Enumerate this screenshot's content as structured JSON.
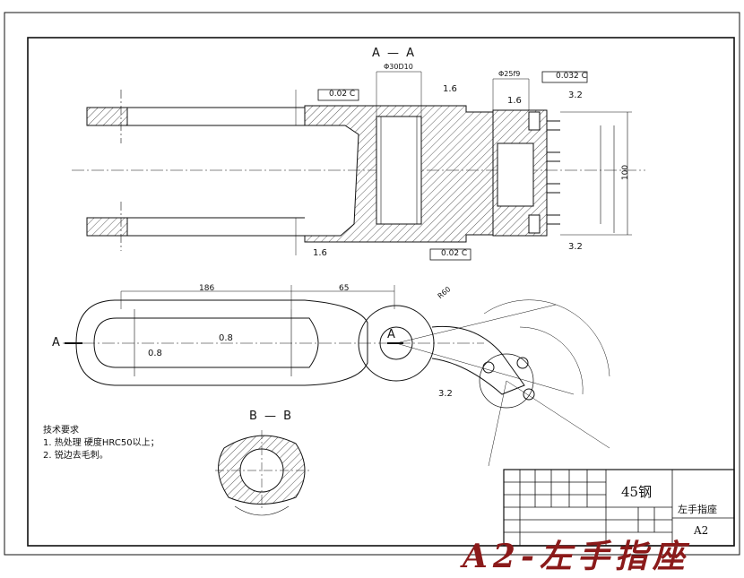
{
  "section_labels": {
    "section_aa": "A — A",
    "section_bb": "B — B",
    "cut_a_left": "A",
    "cut_a_right": "A"
  },
  "dimensions": {
    "tol_flat_1": "0.02",
    "tol_flat_1_ref": "C",
    "tol_bottom": "0.02",
    "tol_bottom_ref": "C",
    "tol_right": "0.032",
    "tol_right_ref": "C",
    "bore_top": "Φ30D10",
    "bore_right": "Φ25f9",
    "rough_16a": "1.6",
    "rough_16b": "1.6",
    "rough_16c": "1.6",
    "rough_32a": "3.2",
    "rough_32b": "3.2",
    "rough_32c": "3.2",
    "len_100": "100",
    "len_186": "186",
    "len_65": "65",
    "len_r60": "R60",
    "rough_08a": "0.8",
    "rough_08b": "0.8"
  },
  "technical_notes": {
    "heading": "技术要求",
    "item1": "1. 热处理  硬度HRC50以上；",
    "item2": "2. 锐边去毛刺。"
  },
  "title_block": {
    "material": "45钢",
    "part_name": "左手指座",
    "sheet_size": "A2"
  },
  "banner": {
    "text": "A2-左手指座"
  },
  "colors": {
    "line": "#111111",
    "hatch": "#333333",
    "banner": "#8b1a1a"
  }
}
